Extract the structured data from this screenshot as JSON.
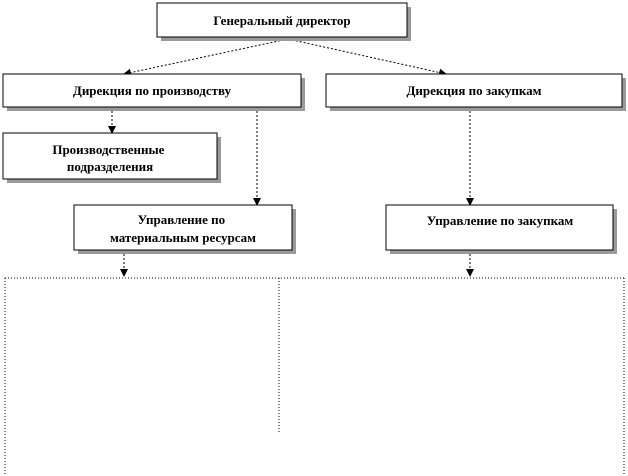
{
  "diagram": {
    "nodes": {
      "general_director": {
        "lines": [
          "Генеральный директор"
        ]
      },
      "production_directorate": {
        "lines": [
          "Дирекция по производству"
        ]
      },
      "purchasing_directorate": {
        "lines": [
          "Дирекция по закупкам"
        ]
      },
      "production_units": {
        "lines": [
          "Производственные",
          "подразделения"
        ]
      },
      "material_resources_dept": {
        "lines": [
          "Управление по",
          "материальным ресурсам"
        ]
      },
      "purchasing_dept": {
        "lines": [
          "Управление по закупкам"
        ]
      }
    }
  }
}
